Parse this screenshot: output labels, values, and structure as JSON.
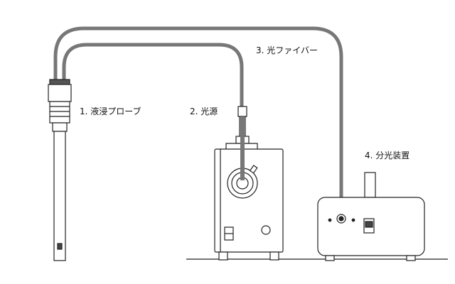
{
  "labels": {
    "probe": "1. 液浸プローブ",
    "light_source": "2. 光源",
    "fiber": "3. 光ファイバー",
    "spectrometer": "4. 分光装置"
  },
  "colors": {
    "cable": "#777777",
    "line": "#222222",
    "fill": "#ffffff"
  }
}
